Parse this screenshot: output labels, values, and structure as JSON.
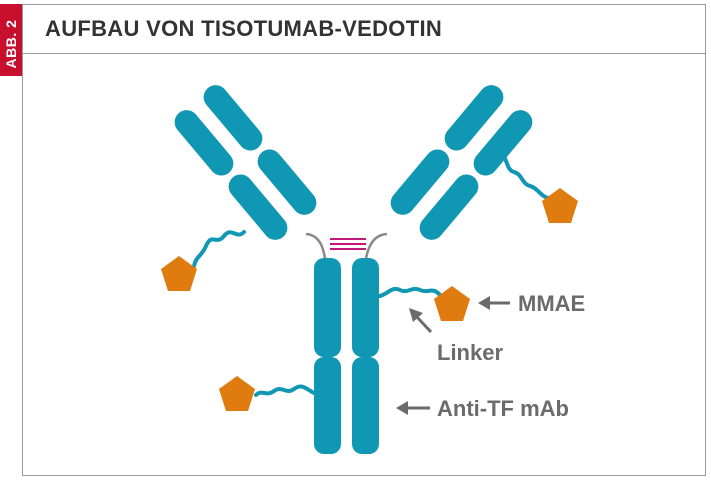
{
  "figure_tag": "ABB. 2",
  "title": "AUFBAU VON TISOTUMAB-VEDOTIN",
  "labels": {
    "mmae": "MMAE",
    "linker": "Linker",
    "antibody": "Anti-TF mAb"
  },
  "colors": {
    "antibody": "#0f97b3",
    "payload": "#e07b0f",
    "disulfide": "#c2187a",
    "hinge": "#8a8a8a",
    "label": "#6b6b6b",
    "tag": "#c8102e"
  }
}
